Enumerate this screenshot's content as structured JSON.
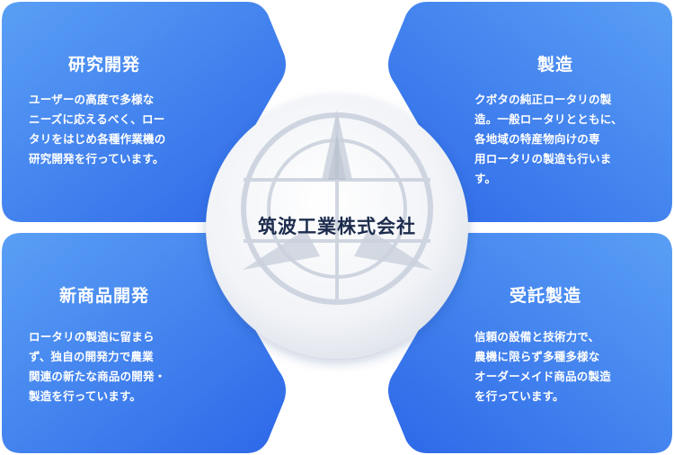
{
  "center": {
    "label": "筑波工業株式会社",
    "emblem": "compass-star-emblem"
  },
  "cards": [
    {
      "id": "rnd",
      "title": "研究開発",
      "text": "ユーザーの高度で多様な\nニーズに応えるべく、ロー\nタリをはじめ各種作業機の\n研究開発を行っています。"
    },
    {
      "id": "mfg",
      "title": "製造",
      "text": "クボタの純正ロータリの製\n造。一般ロータリとともに、\n各地域の特産物向けの専\n用ロータリの製造も行いま\nす。"
    },
    {
      "id": "newp",
      "title": "新商品開発",
      "text": "ロータリの製造に留まら\nず、独自の開発力で農業\n関連の新たな商品の開発・\n製造を行っています。"
    },
    {
      "id": "oem",
      "title": "受託製造",
      "text": "信頼の設備と技術力で、\n農機に限らず多種多様な\nオーダーメイド商品の製造\nを行っています。"
    }
  ],
  "colors": {
    "card_blue_light": "#4f95f3",
    "card_blue_dark": "#2a63e6",
    "center_text": "#1d2c4d",
    "emblem": "#c9d0dc"
  }
}
